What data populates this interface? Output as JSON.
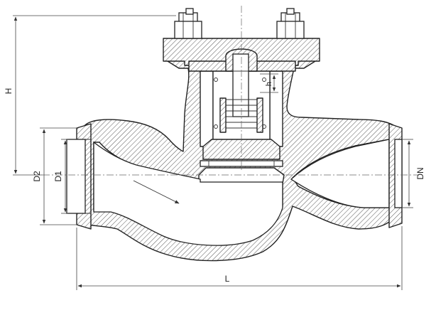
{
  "diagram": {
    "labels": {
      "height": "H",
      "outer_diameter": "D2",
      "bore_diameter": "D1",
      "nominal_diameter": "DN",
      "length": "L",
      "disc_lift": "h"
    }
  }
}
